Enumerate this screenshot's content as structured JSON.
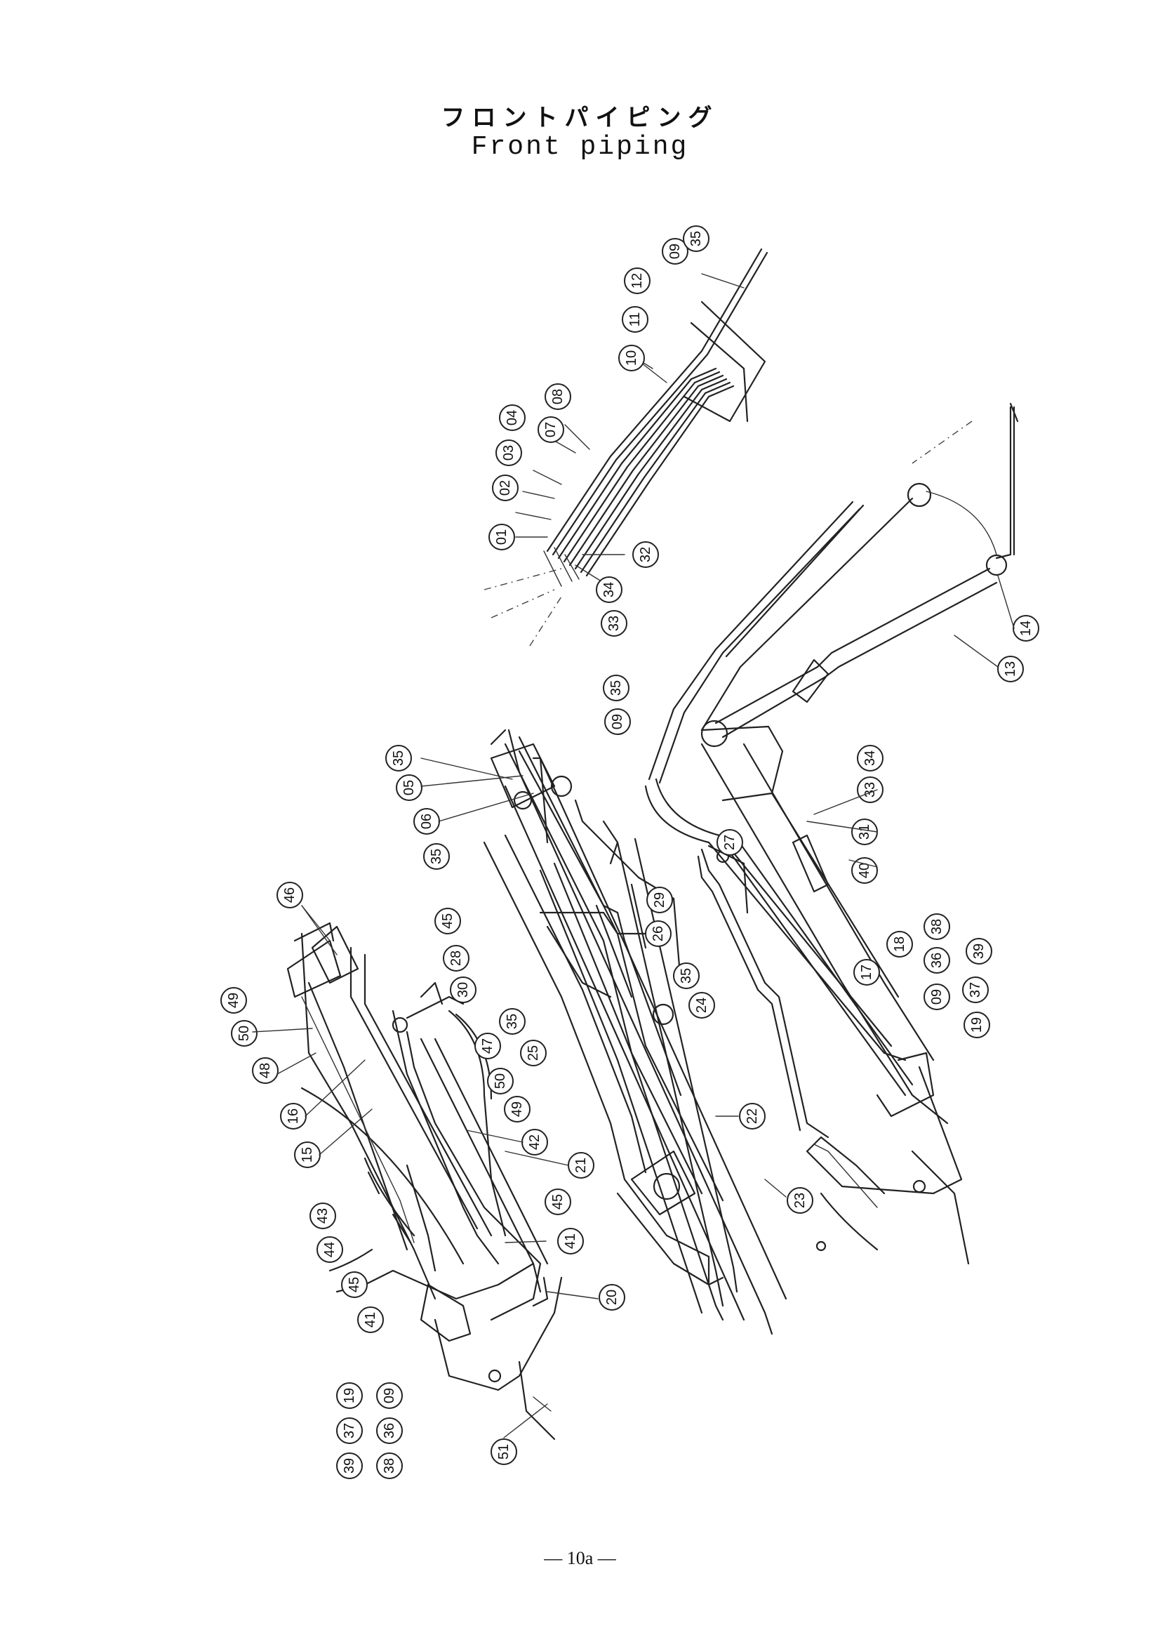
{
  "header": {
    "title_jp": "フロントパイピング",
    "title_en": "Front piping"
  },
  "footer": {
    "page_number": "— 10a —"
  },
  "callouts": {
    "top_group": [
      "09",
      "35",
      "12",
      "11",
      "10",
      "08",
      "07",
      "04",
      "03",
      "02",
      "01",
      "32",
      "34",
      "33"
    ],
    "arm_group": [
      "09",
      "35",
      "14",
      "13",
      "34",
      "33",
      "31",
      "40",
      "27",
      "29",
      "26",
      "38",
      "18",
      "36",
      "17",
      "39",
      "37",
      "09",
      "19",
      "24",
      "22",
      "23"
    ],
    "middle_group": [
      "35",
      "05",
      "06",
      "35",
      "35",
      "25"
    ],
    "left_group": [
      "46",
      "49",
      "50",
      "48",
      "16",
      "15",
      "45",
      "28",
      "30",
      "47",
      "35",
      "50",
      "49",
      "42",
      "21",
      "45",
      "41",
      "43",
      "44",
      "45",
      "41",
      "20",
      "19",
      "37",
      "39",
      "09",
      "36",
      "38",
      "51"
    ]
  }
}
